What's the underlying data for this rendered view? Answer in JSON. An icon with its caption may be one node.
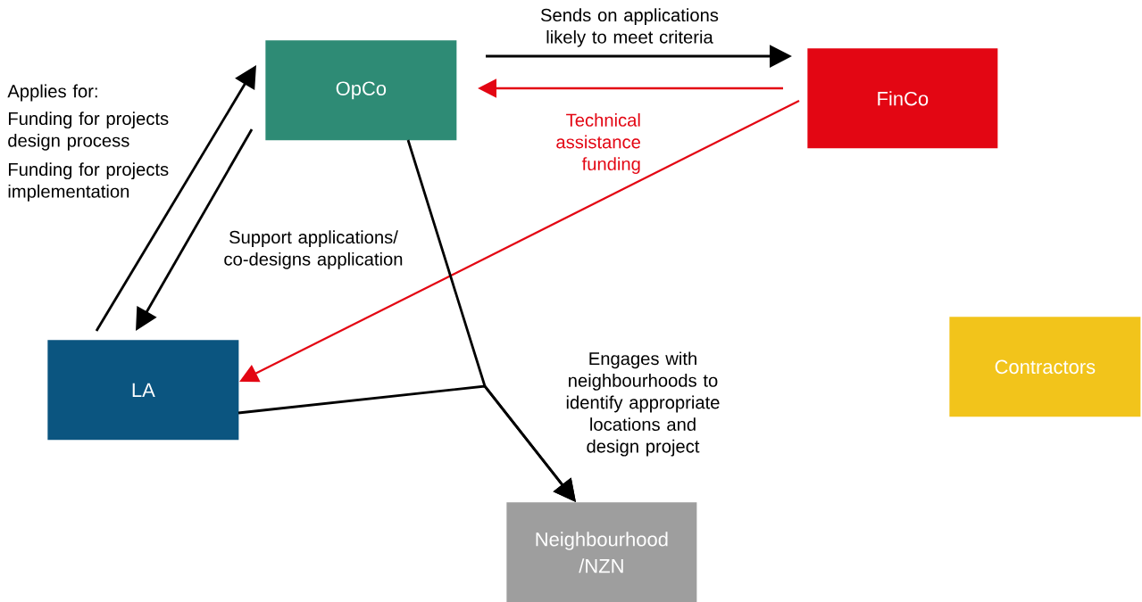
{
  "diagram": {
    "nodes": [
      {
        "text": [
          "OpCo"
        ]
      },
      {
        "text": [
          "FinCo"
        ]
      },
      {
        "text": [
          "LA"
        ]
      },
      {
        "text": [
          "Contractors"
        ]
      },
      {
        "text": [
          "Neighbourhood /NZN"
        ]
      }
    ],
    "edges": [
      {
        "from": 0,
        "to": 1,
        "arrow": "to",
        "label": "Sends on applications likely to meet criteria"
      },
      {
        "from": 1,
        "to": 0,
        "arrow": "to",
        "color": "#e30613"
      },
      {
        "from": 1,
        "to": 2,
        "arrow": "to",
        "color": "#e30613",
        "label": "Technical assistance funding"
      },
      {
        "from": 2,
        "to": 0,
        "arrow": "to"
      },
      {
        "from": 0,
        "to": 2,
        "arrow": "to",
        "label": "Support applications/ co-designs application"
      },
      {
        "from": 0,
        "to": 4,
        "arrow": "to",
        "label": "Engages with neighbourhoods to identify appropriate locations and design project"
      },
      {
        "from": 2,
        "to": 4,
        "arrow": "to"
      }
    ],
    "labels": [
      "Applies for:",
      "Funding for projects design process",
      "Funding for projects implementation"
    ]
  }
}
